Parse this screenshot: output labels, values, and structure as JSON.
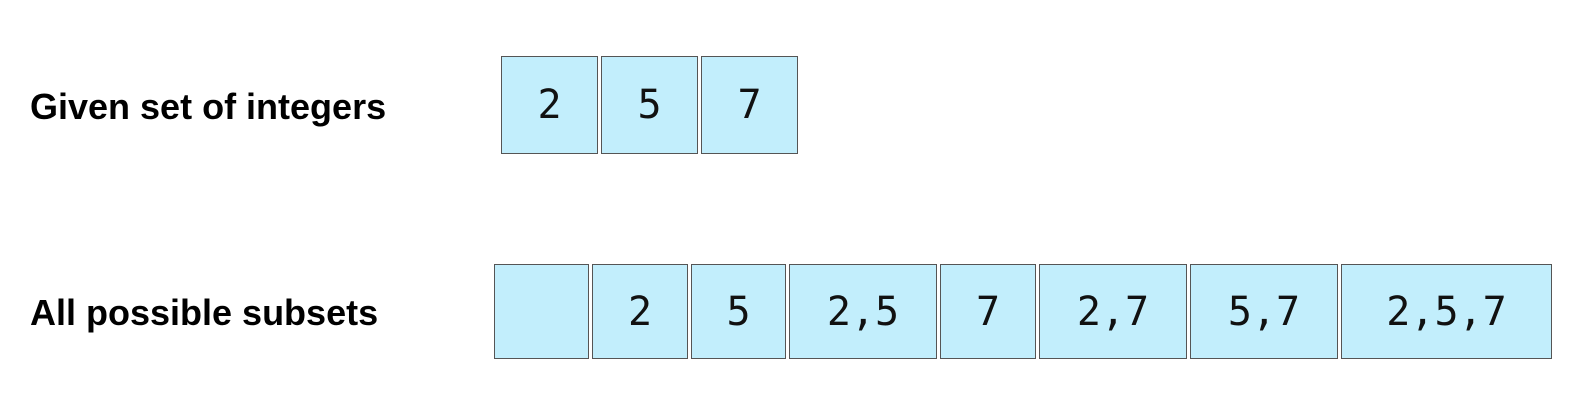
{
  "rows": {
    "given": {
      "label": "Given set of integers",
      "items": [
        "2",
        "5",
        "7"
      ]
    },
    "subsets": {
      "label": "All possible subsets",
      "items": [
        "",
        "2",
        "5",
        "2,5",
        "7",
        "2,7",
        "5,7",
        "2,5,7"
      ]
    }
  },
  "colors": {
    "cell_fill": "#c2eefc",
    "cell_border": "#555555",
    "text": "#000000"
  }
}
